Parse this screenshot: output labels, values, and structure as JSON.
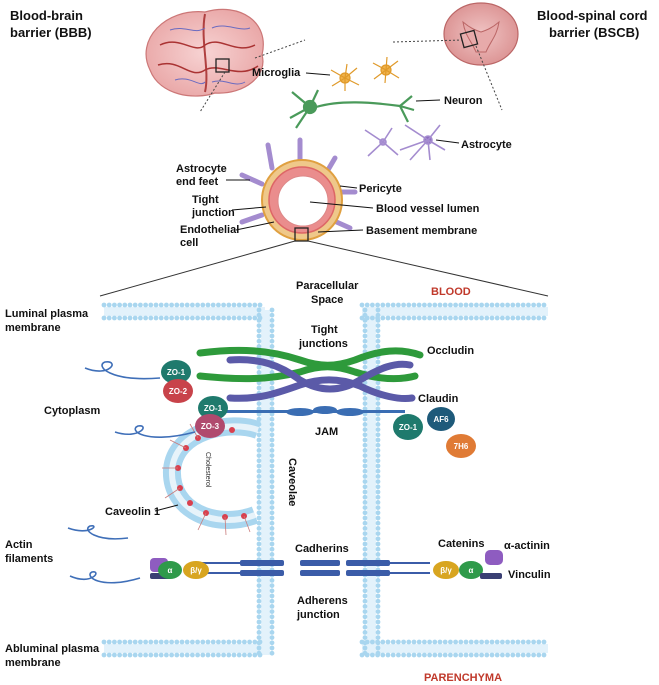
{
  "titles": {
    "bbb": [
      "Blood-brain",
      "barrier (BBB)"
    ],
    "bscb": [
      "Blood-spinal cord",
      "barrier (BSCB)"
    ]
  },
  "cells": {
    "microglia": "Microglia",
    "neuron": "Neuron",
    "astrocyte": "Astrocyte"
  },
  "vessel": {
    "astrocyte_end_feet": [
      "Astrocyte",
      "end feet"
    ],
    "pericyte": "Pericyte",
    "tight_junction": [
      "Tight",
      "junction"
    ],
    "lumen": "Blood vessel lumen",
    "endothelial_cell": [
      "Endothelial",
      "cell"
    ],
    "basement_membrane": "Basement membrane"
  },
  "detail": {
    "paracellular_space": [
      "Paracellular",
      "Space"
    ],
    "blood": "BLOOD",
    "parenchyma": "PARENCHYMA",
    "luminal_membrane": [
      "Luminal plasma",
      "membrane"
    ],
    "abluminal_membrane": [
      "Abluminal plasma",
      "membrane"
    ],
    "tight_junctions": [
      "Tight",
      "junctions"
    ],
    "occludin": "Occludin",
    "claudin": "Claudin",
    "jam": "JAM",
    "cytoplasm": "Cytoplasm",
    "caveolae": "Caveolae",
    "cholesterol": "Cholesterol",
    "caveolin": "Caveolin 1",
    "actin_filaments": [
      "Actin",
      "filaments"
    ],
    "cadherins": "Cadherins",
    "adherens_junction": [
      "Adherens",
      "junction"
    ],
    "catenins": "Catenins",
    "alpha_actinin": "α-actinin",
    "vinculin": "Vinculin"
  },
  "proteins": {
    "zo1": "ZO-1",
    "zo2": "ZO-2",
    "zo3": "ZO-3",
    "af6": "AF6",
    "h76": "7H6",
    "alpha": "α",
    "beta_gamma": "β/γ"
  },
  "colors": {
    "membrane": "#a9d6ef",
    "occludin": "#2e9a3b",
    "claudin": "#5b5aa8",
    "jam": "#3a6db3",
    "zo1": "#1f7a6d",
    "zo2": "#c8434a",
    "zo3": "#b04a6e",
    "af6": "#1e5a7a",
    "h76": "#e07b35",
    "alpha": "#2f9a4a",
    "beta_gamma": "#d8a520",
    "actinin": "#8e5cc0",
    "vinculin": "#3a3f73",
    "cadherin": "#3b5ca8",
    "red_text": "#c0392b"
  }
}
